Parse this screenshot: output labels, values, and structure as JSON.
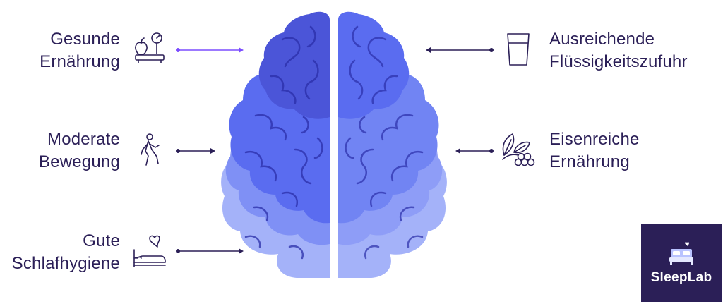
{
  "left_items": [
    {
      "line1": "Gesunde",
      "line2": "Ernährung",
      "icon": "scale-apple-icon"
    },
    {
      "line1": "Moderate",
      "line2": "Bewegung",
      "icon": "walking-person-icon"
    },
    {
      "line1": "Gute",
      "line2": "Schlafhygiene",
      "icon": "bed-heart-icon"
    }
  ],
  "right_items": [
    {
      "line1": "Ausreichende",
      "line2": "Flüssigkeitszufuhr",
      "icon": "water-glass-icon"
    },
    {
      "line1": "Eisenreiche",
      "line2": "Ernährung",
      "icon": "leaf-berries-icon"
    }
  ],
  "brand": {
    "name": "SleepLab",
    "icon": "bed-heart-icon"
  },
  "colors": {
    "text": "#2b1f57",
    "accent_arrow": "#7c4dff",
    "arrow": "#2b1f57",
    "brain_dark": "#4b55d8",
    "brain_mid": "#5a6cf0",
    "brain_light": "#7f90f5",
    "brain_pale": "#a4b2f9",
    "logo_bg": "#2b1f57"
  }
}
